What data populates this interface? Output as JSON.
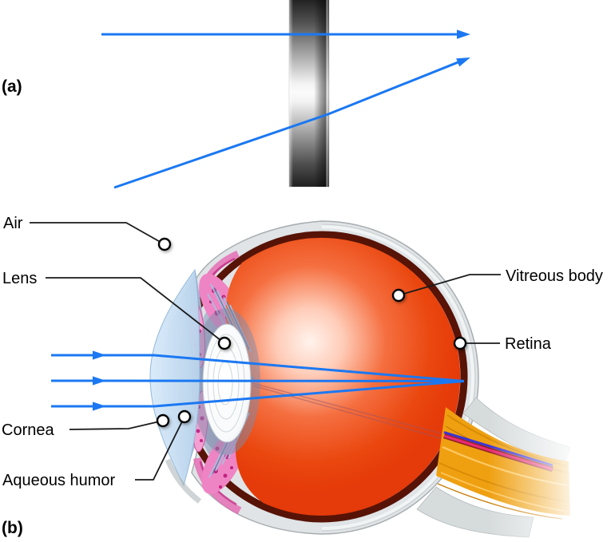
{
  "panel_a": {
    "tag": "(a)",
    "element": "thick-lens-slab",
    "rays": {
      "count": 2,
      "color": "#1b78f2",
      "types": [
        "axial-parallel-ray",
        "oblique-refracted-ray"
      ]
    },
    "slab_colors": {
      "dark_edge": "#222222",
      "light_center": "#fafafa"
    }
  },
  "panel_b": {
    "tag": "(b)",
    "labels": {
      "air": "Air",
      "lens": "Lens",
      "cornea": "Cornea",
      "aqueous_humor": "Aqueous humor",
      "vitreous_body": "Vitreous body",
      "retina": "Retina"
    },
    "rays": {
      "count": 3,
      "color": "#1b78f2",
      "converge_on": "retina"
    }
  },
  "colors": {
    "ray_blue": "#1b78f2",
    "leader_line": "#1a1a1a",
    "marker_dot_fill": "#ffffff",
    "sclera_gray": "#e0e4e6",
    "retina_ring_maroon": "#571306",
    "vitreous_center": "#fff3ed",
    "vitreous_edge": "#e53a09",
    "cornea_blue": "#cfe4f5",
    "aqueous_blue_gray": "#b9c4dc",
    "iris_pink": "#ef84c4",
    "iris_magenta": "#c0227f",
    "lens_white": "#ffffff",
    "optic_nerve_orange": "#efa011",
    "nerve_sheath_gray": "#d6dbdc",
    "vessel_red": "#ea2a72",
    "vessel_blue": "#3a35d8"
  }
}
